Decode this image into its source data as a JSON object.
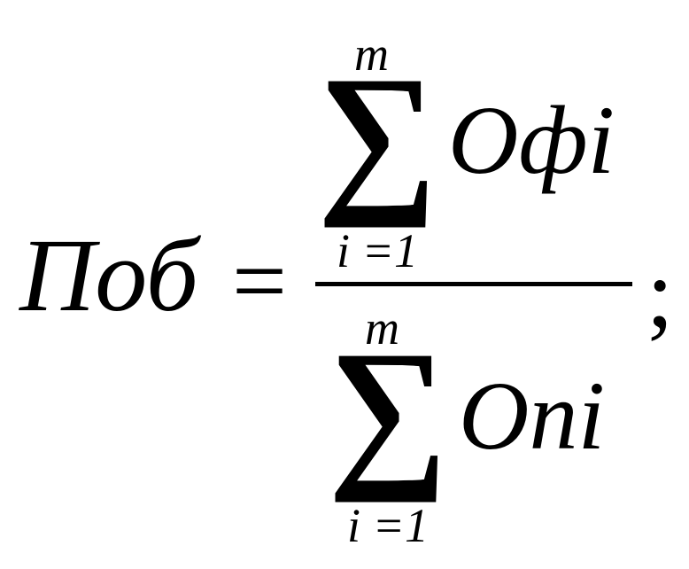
{
  "formula": {
    "lhs": "Поб",
    "equals": "=",
    "numerator": {
      "upper_limit": "m",
      "operator": "∑",
      "term": "Офі",
      "lower_limit": "i =1"
    },
    "denominator": {
      "upper_limit": "m",
      "operator": "∑",
      "term": "Опі",
      "lower_limit": "i =1"
    },
    "terminator": ";"
  }
}
